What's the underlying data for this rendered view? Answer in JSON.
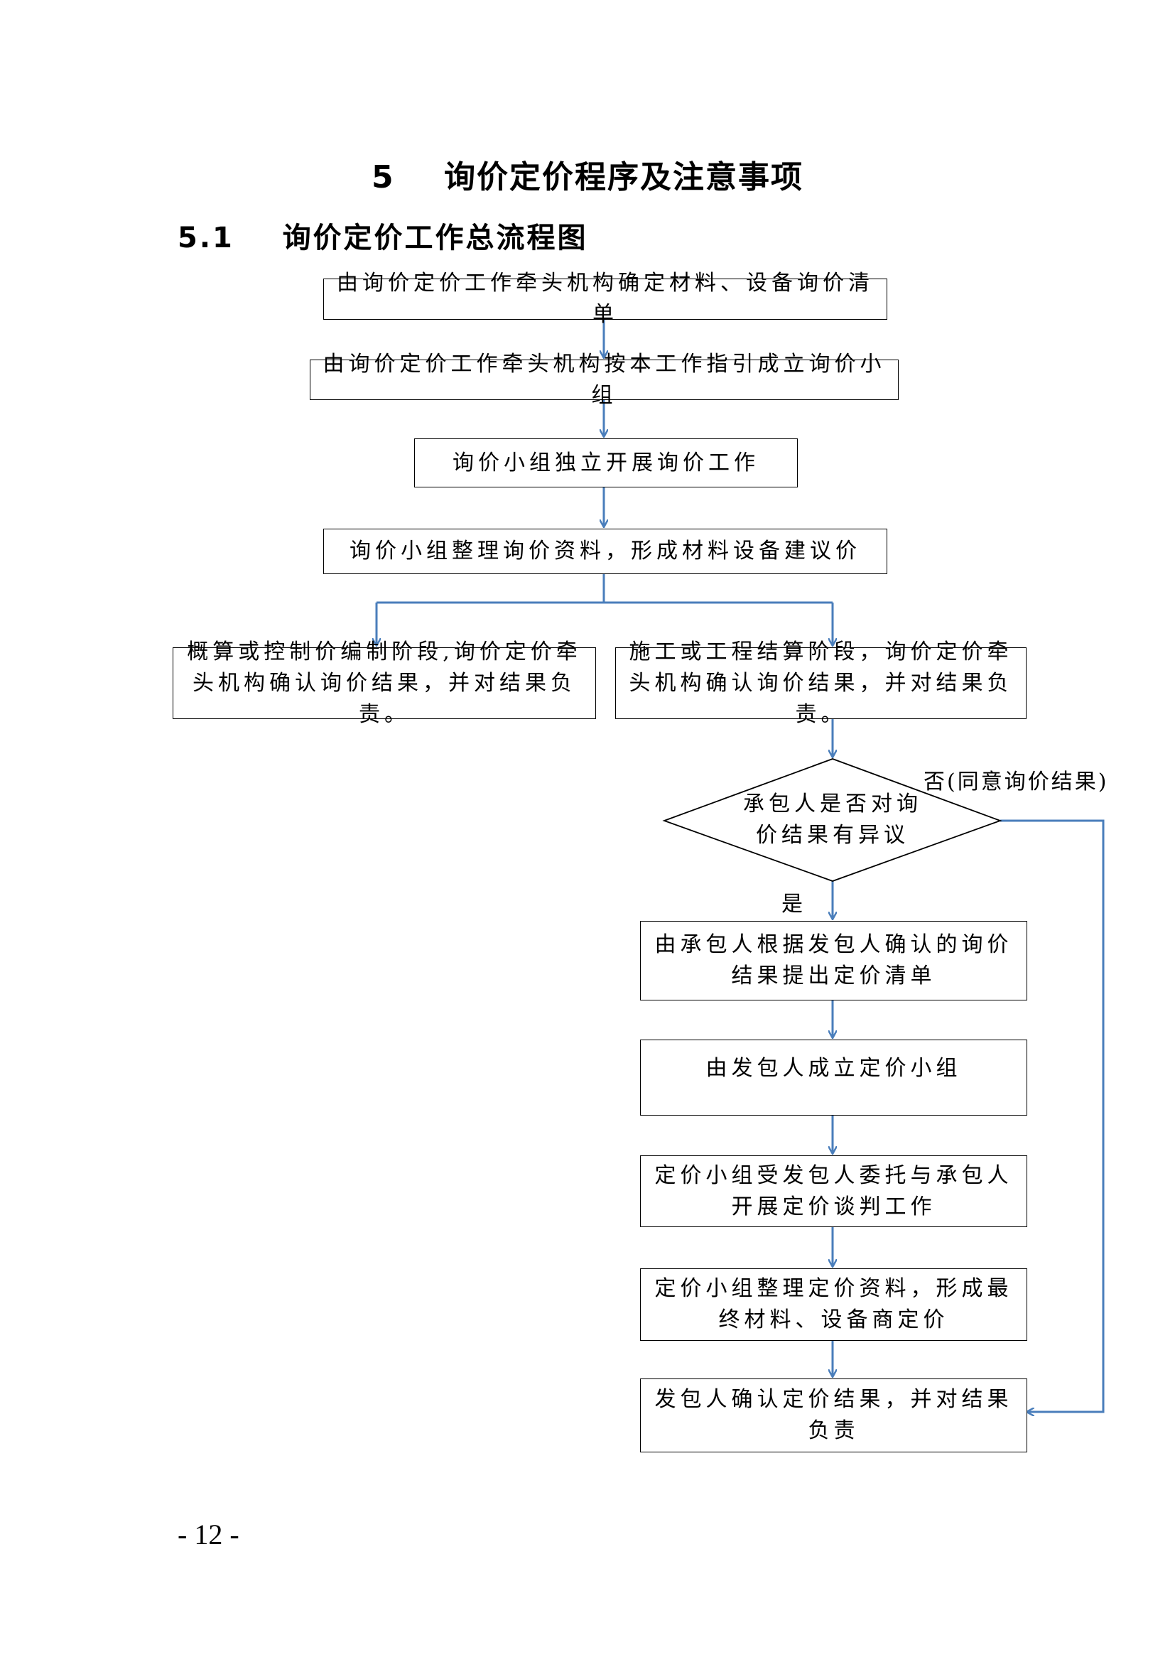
{
  "heading": {
    "number": "5",
    "title": "询价定价程序及注意事项"
  },
  "subheading": {
    "number": "5.1",
    "title": "询价定价工作总流程图"
  },
  "flow": {
    "step1": "由询价定价工作牵头机构确定材料、设备询价清单",
    "step2": "由询价定价工作牵头机构按本工作指引成立询价小组",
    "step3": "询价小组独立开展询价工作",
    "step4": "询价小组整理询价资料，形成材料设备建议价",
    "branch_left": "概算或控制价编制阶段,询价定价牵头机构确认询价结果，并对结果负责。",
    "branch_right": "施工或工程结算阶段，询价定价牵头机构确认询价结果，并对结果负责。",
    "decision": "承包人是否对询价结果有异议",
    "no_label": "否(同意询价结果)",
    "yes_label": "是",
    "step5": "由承包人根据发包人确认的询价结果提出定价清单",
    "step6": "由发包人成立定价小组",
    "step7": "定价小组受发包人委托与承包人开展定价谈判工作",
    "step8": "定价小组整理定价资料，形成最终材料、设备商定价",
    "step9": "发包人确认定价结果，并对结果负责"
  },
  "colors": {
    "arrow": "#4a7ebb",
    "border": "#000000"
  },
  "page_number": "- 12 -"
}
